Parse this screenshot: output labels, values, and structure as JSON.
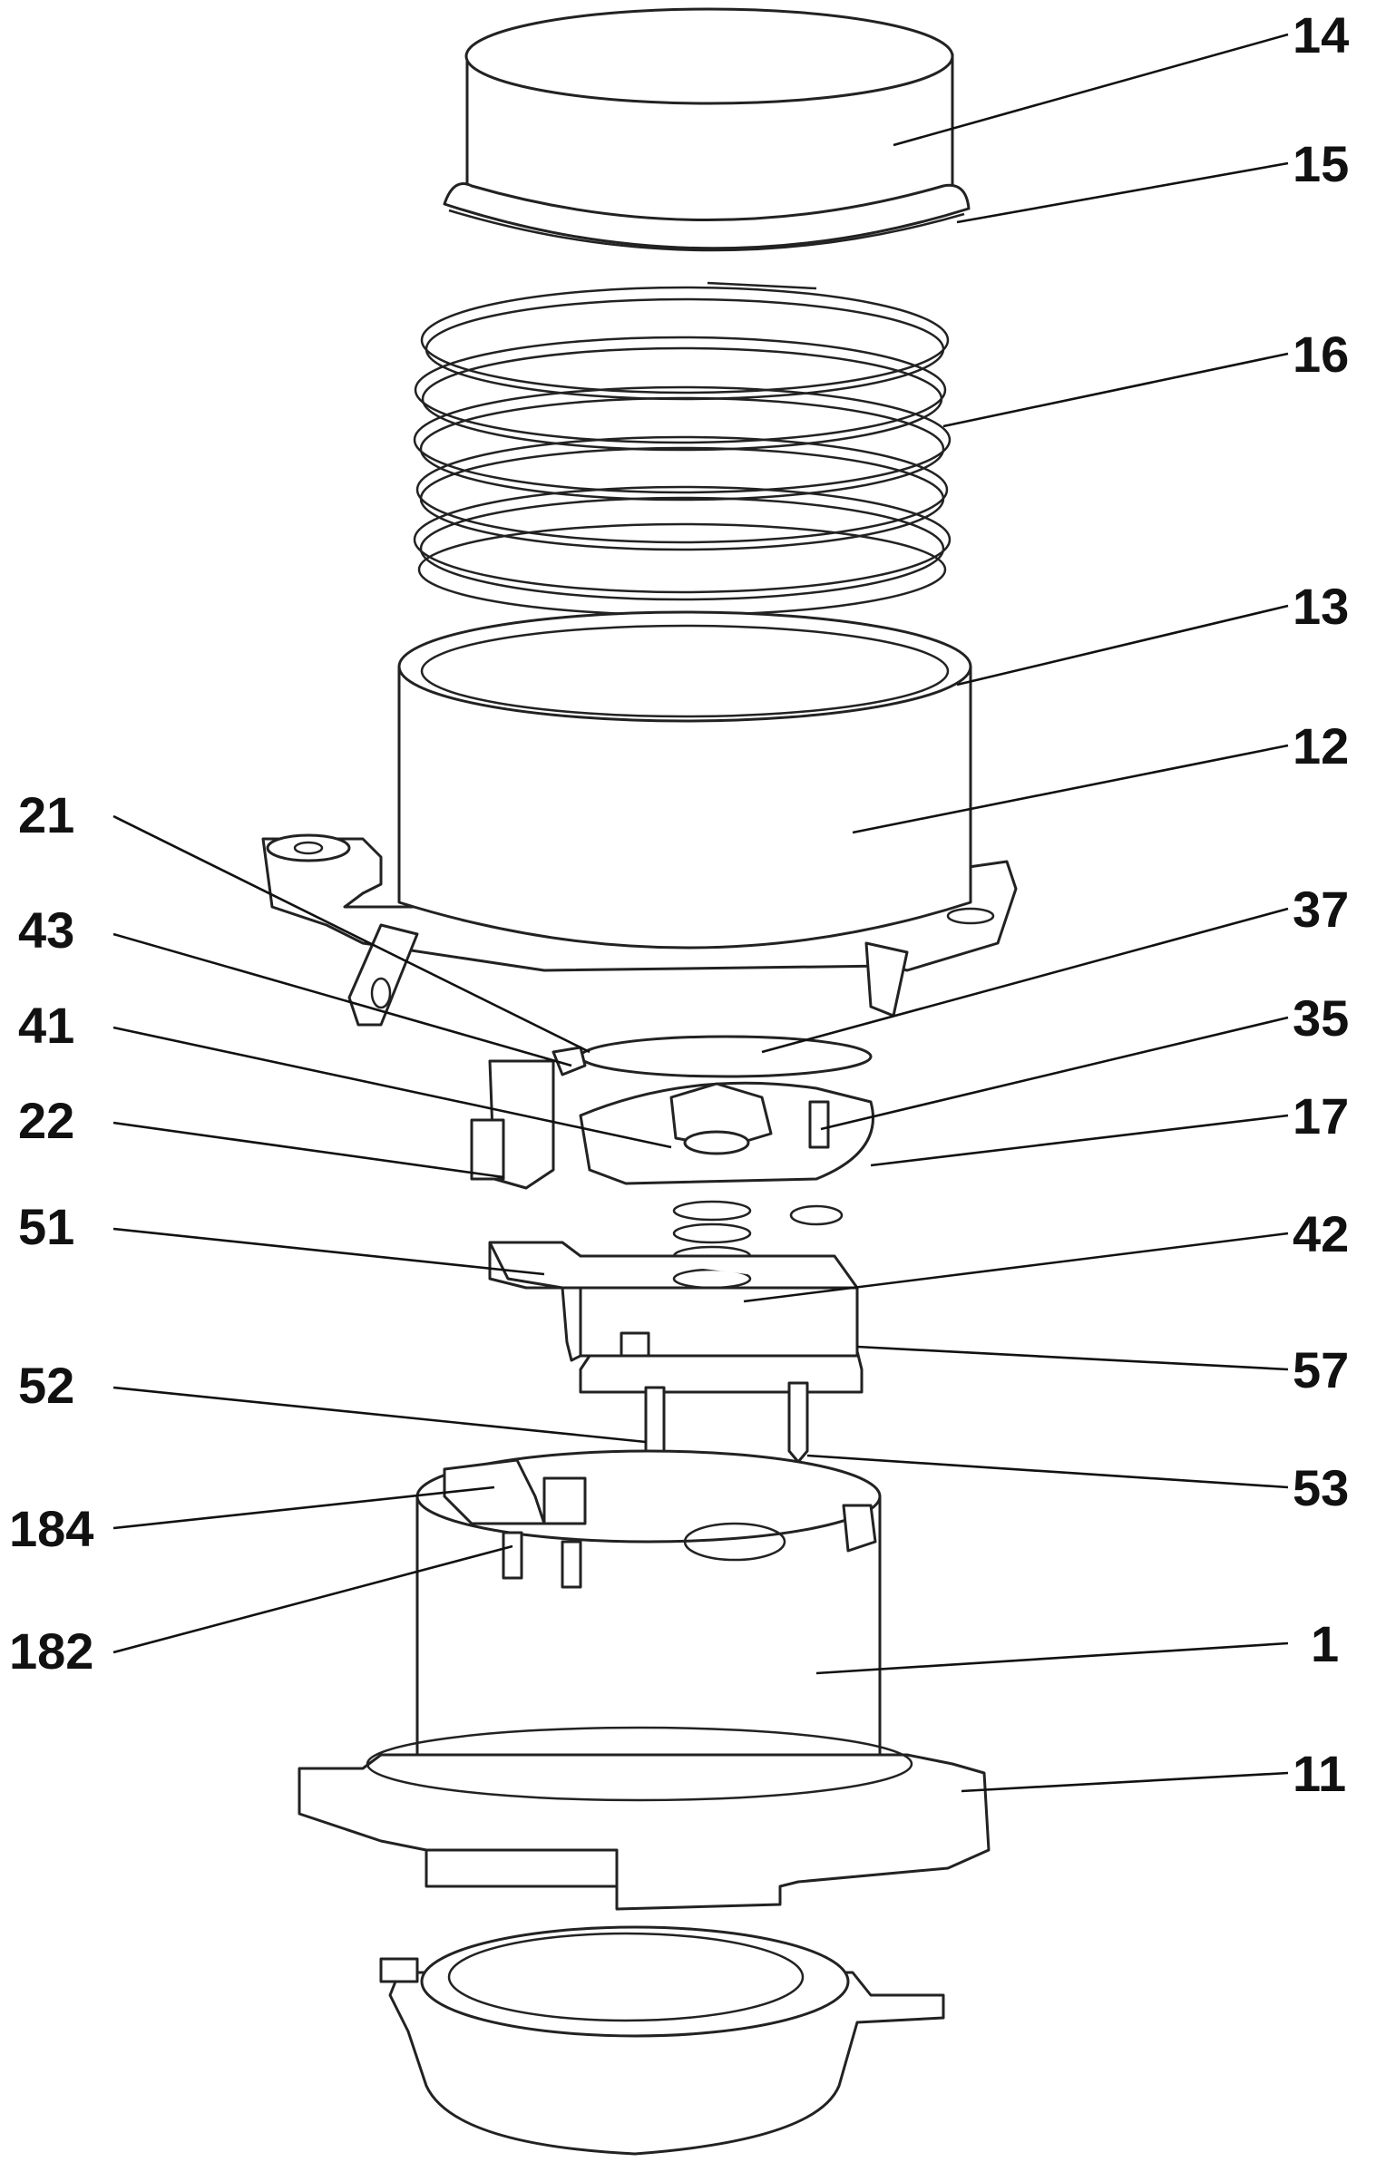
{
  "figure": {
    "description_labels": [
      {
        "id": "14",
        "text": "14"
      },
      {
        "id": "15",
        "text": "15"
      },
      {
        "id": "16",
        "text": "16"
      },
      {
        "id": "13",
        "text": "13"
      },
      {
        "id": "12",
        "text": "12"
      },
      {
        "id": "21",
        "text": "21"
      },
      {
        "id": "37",
        "text": "37"
      },
      {
        "id": "43",
        "text": "43"
      },
      {
        "id": "35",
        "text": "35"
      },
      {
        "id": "41",
        "text": "41"
      },
      {
        "id": "17",
        "text": "17"
      },
      {
        "id": "22",
        "text": "22"
      },
      {
        "id": "51",
        "text": "51"
      },
      {
        "id": "42",
        "text": "42"
      },
      {
        "id": "57",
        "text": "57"
      },
      {
        "id": "52",
        "text": "52"
      },
      {
        "id": "53",
        "text": "53"
      },
      {
        "id": "184",
        "text": "184"
      },
      {
        "id": "182",
        "text": "182"
      },
      {
        "id": "1",
        "text": "1"
      },
      {
        "id": "11",
        "text": "11"
      }
    ]
  }
}
